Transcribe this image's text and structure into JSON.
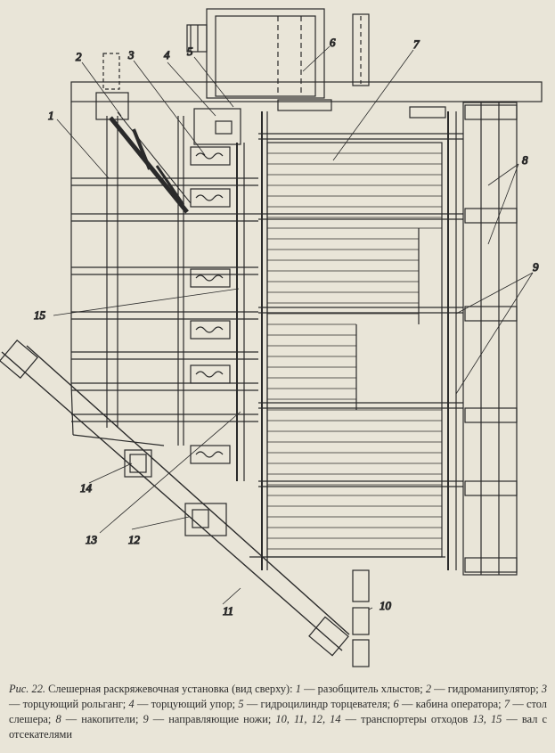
{
  "figure": {
    "number": "Рис. 22.",
    "title": "Слешерная раскряжевочная установка (вид сверху):"
  },
  "legend": [
    {
      "num": "1",
      "text": "разобщитель хлыстов;"
    },
    {
      "num": "2",
      "text": "гидроманипулятор;"
    },
    {
      "num": "3",
      "text": "торцующий рольганг;"
    },
    {
      "num": "4",
      "text": "торцующий упор;"
    },
    {
      "num": "5",
      "text": "гидроцилиндр торцевателя;"
    },
    {
      "num": "6",
      "text": "кабина оператора;"
    },
    {
      "num": "7",
      "text": "стол слешера;"
    },
    {
      "num": "8",
      "text": "накопители;"
    },
    {
      "num": "9",
      "text": "направляющие ножи;"
    },
    {
      "num": "10, 11, 12, 14",
      "text": "транспортеры отходов"
    },
    {
      "num": "13, 15",
      "text": "вал с отсекателями"
    }
  ],
  "callouts": [
    "1",
    "2",
    "3",
    "4",
    "5",
    "6",
    "7",
    "8",
    "9",
    "10",
    "11",
    "12",
    "13",
    "14",
    "15"
  ],
  "colors": {
    "paper": "#e9e5d8",
    "ink": "#2a2a2a"
  }
}
